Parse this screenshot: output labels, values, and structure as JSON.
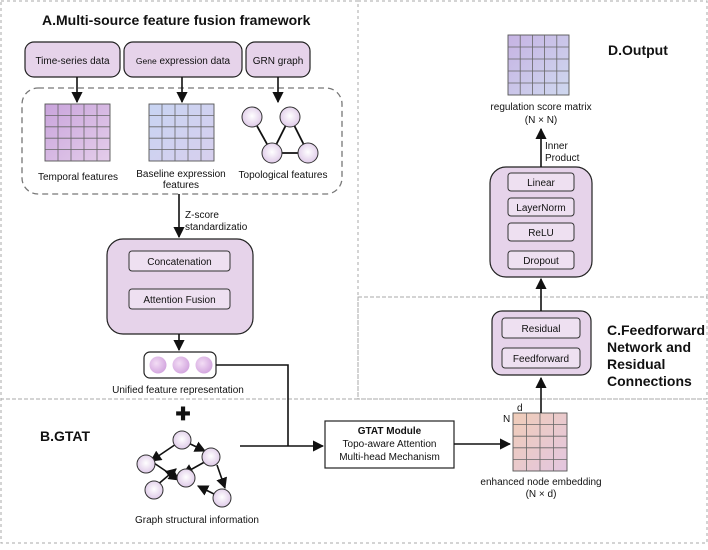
{
  "panels": {
    "a": "A.Multi-source feature fusion framework",
    "b": "B.GTAT",
    "c": [
      "C.Feedforward",
      "Network and",
      "Residual",
      "Connections"
    ],
    "d": "D.Output"
  },
  "sources": {
    "time_series": "Time-series data",
    "gene_prefix": "Gene",
    "gene_rest": "expression data",
    "grn": "GRN graph"
  },
  "features": {
    "temporal": "Temporal features",
    "baseline_1": "Baseline expression",
    "baseline_2": "features",
    "topological": "Topological features"
  },
  "zscore": [
    "Z-score",
    "standardizatio"
  ],
  "fusion": {
    "concatenation": "Concatenation",
    "attention": "Attention Fusion"
  },
  "unified": "Unified feature representation",
  "plus": "✚",
  "graph_info": "Graph structural information",
  "gtat": {
    "title": "GTAT Module",
    "line1": "Topo-aware Attention",
    "line2": "Multi-head Mechanism"
  },
  "embedding": {
    "n": "N",
    "d": "d",
    "label": "enhanced node embedding",
    "dims": "(N × d)"
  },
  "ffn": {
    "residual": "Residual",
    "feedforward": "Feedforward"
  },
  "head": {
    "linear": "Linear",
    "layernorm": "LayerNorm",
    "relu": "ReLU",
    "dropout": "Dropout"
  },
  "inner_product": [
    "Inner",
    "Product"
  ],
  "output": {
    "label": "regulation score matrix",
    "dims": "(N × N)"
  },
  "colors": {
    "module_fill": "#e6d3ea",
    "inner_fill": "#eee0f1",
    "temporal_grid": "#d7b8e3",
    "baseline_grid": "#c4d3f0",
    "node_fill": "#e8d8ec",
    "embed_grid": "#ecd3c0"
  }
}
